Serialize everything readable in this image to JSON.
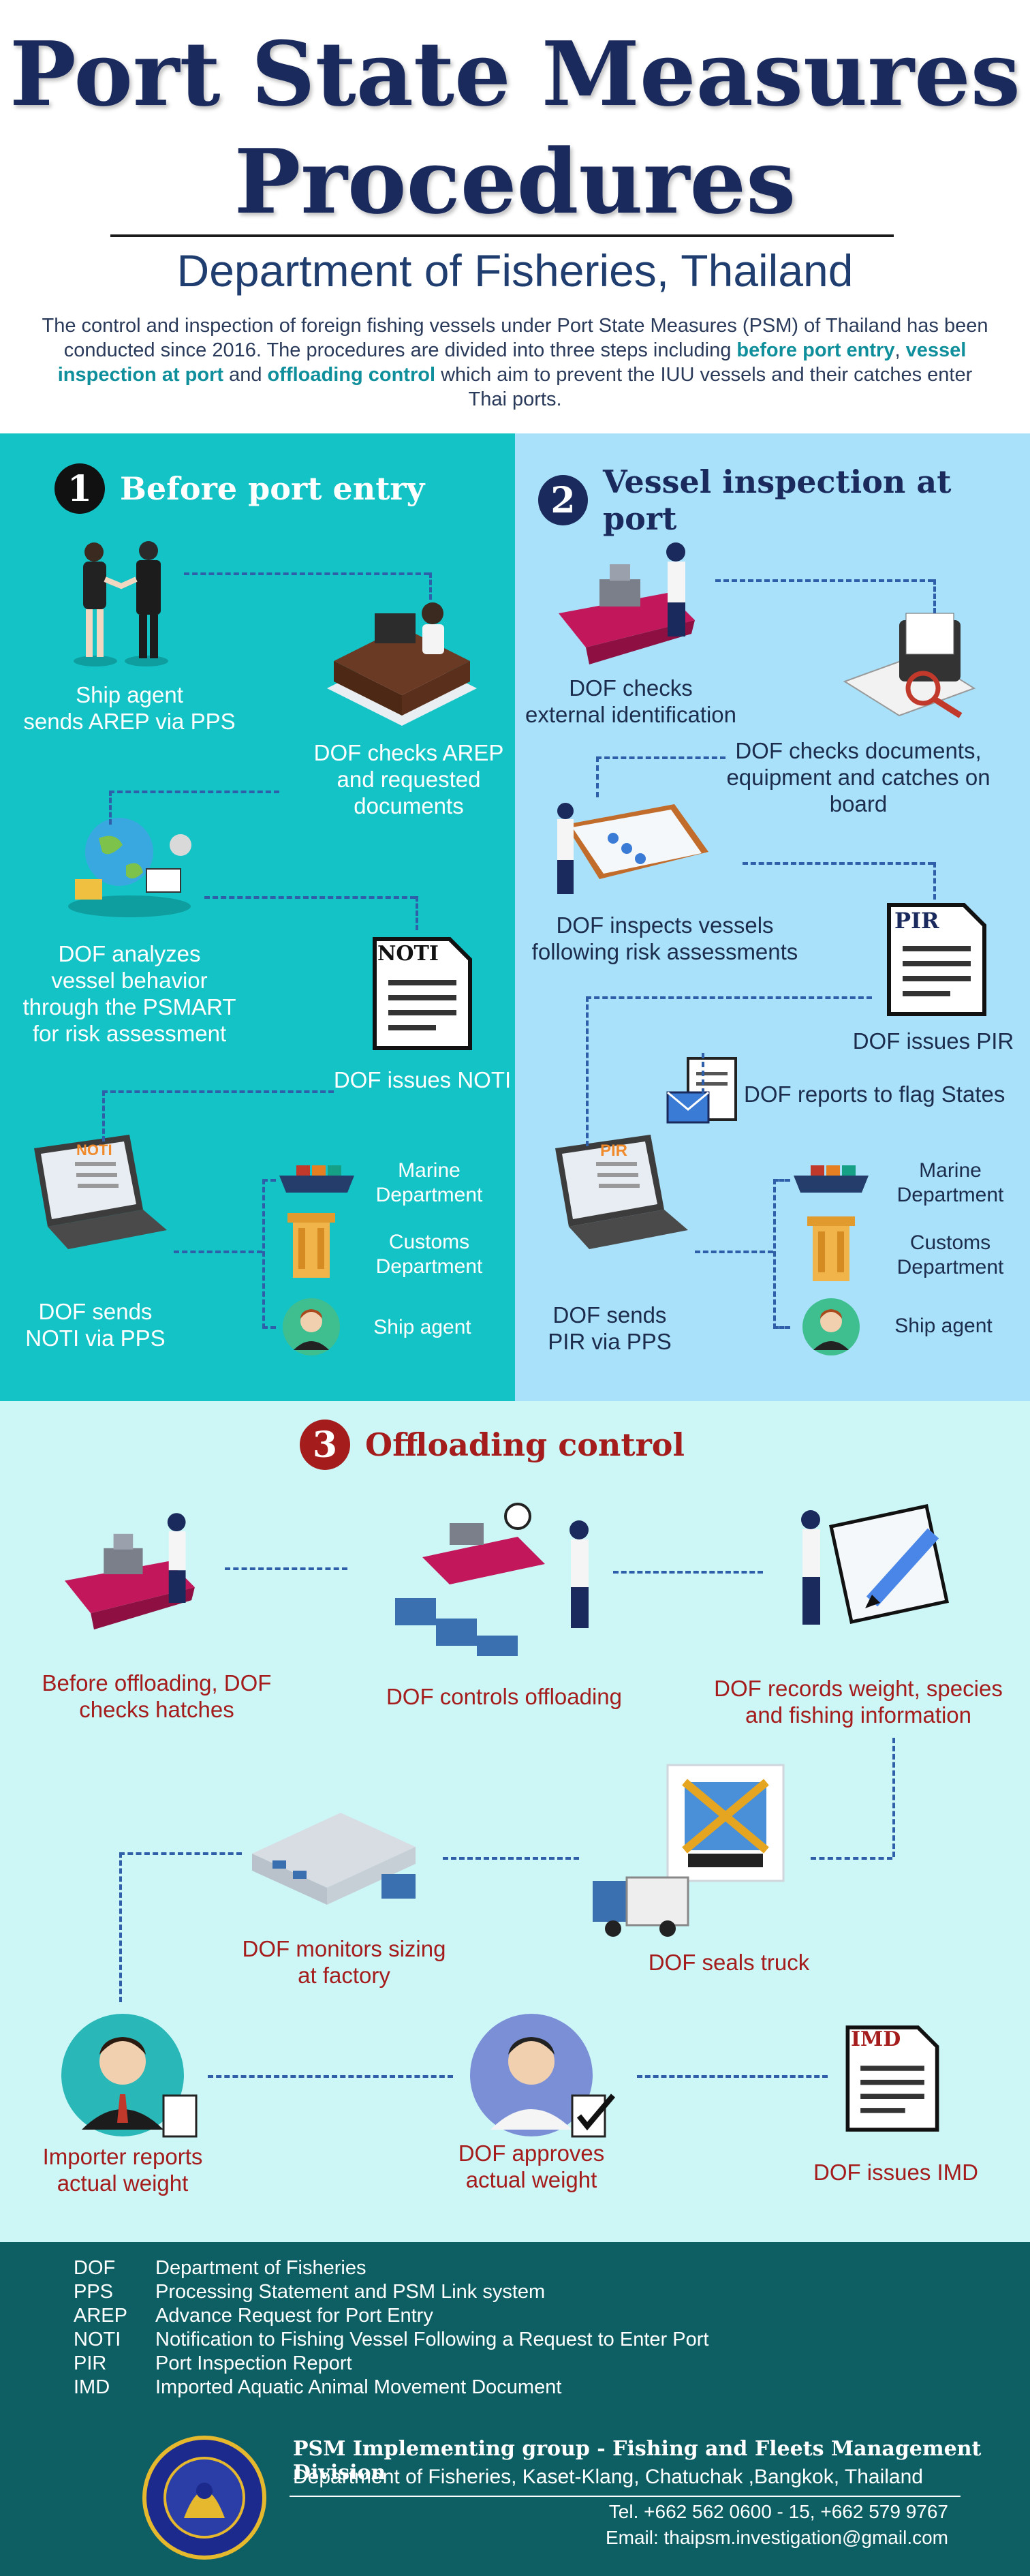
{
  "header": {
    "title_line1": "Port State Measures",
    "title_line2": "Procedures",
    "subtitle": "Department of Fisheries, Thailand",
    "intro_part1": "The control and inspection of foreign fishing vessels under Port State Measures (PSM) of Thailand has been conducted since 2016. The procedures are divided into three steps including ",
    "intro_hl1": "before port entry",
    "intro_sep1": ", ",
    "intro_hl2": "vessel inspection at port",
    "intro_sep2": " and ",
    "intro_hl3": "offloading control",
    "intro_part2": " which aim to prevent the IUU vessels and their catches enter  Thai ports."
  },
  "step1": {
    "number": "1",
    "title": "Before port entry",
    "ship_agent_arep": "Ship agent\nsends AREP via PPS",
    "dof_checks_arep": "DOF checks AREP\nand requested\ndocuments",
    "dof_analyzes": "DOF analyzes\nvessel behavior\nthrough the PSMART\nfor risk assessment",
    "noti_doc_label": "NOTI",
    "dof_issues_noti": "DOF issues NOTI",
    "laptop_noti_label": "NOTI",
    "dof_sends_noti": "DOF sends\nNOTI via PPS",
    "marine": "Marine\nDepartment",
    "customs": "Customs\nDepartment",
    "agent": "Ship agent"
  },
  "step2": {
    "number": "2",
    "title": "Vessel inspection at port",
    "external_id": "DOF checks\nexternal identification",
    "checks_docs": "DOF checks documents,\nequipment and catches on\nboard",
    "inspects": "DOF inspects vessels\nfollowing risk assessments",
    "pir_doc_label": "PIR",
    "issues_pir": "DOF issues PIR",
    "reports_flag": "DOF reports to flag States",
    "laptop_pir_label": "PIR",
    "sends_pir": "DOF sends\nPIR via PPS",
    "marine": "Marine\nDepartment",
    "customs": "Customs\nDepartment",
    "agent": "Ship agent"
  },
  "step3": {
    "number": "3",
    "title": "Offloading control",
    "checks_hatches": "Before offloading, DOF\nchecks hatches",
    "controls_offloading": "DOF controls offloading",
    "records_weight": "DOF records weight, species\nand fishing information",
    "seals_truck": "DOF seals truck",
    "monitors_sizing": "DOF monitors sizing\nat factory",
    "importer_reports": "Importer reports\nactual weight",
    "approves_weight": "DOF approves\nactual weight",
    "imd_doc_label": "IMD",
    "issues_imd": "DOF issues IMD"
  },
  "glossary": [
    {
      "abbr": "DOF",
      "full": "Department of Fisheries"
    },
    {
      "abbr": "PPS",
      "full": "Processing Statement and PSM Link system"
    },
    {
      "abbr": "AREP",
      "full": "Advance Request for Port Entry"
    },
    {
      "abbr": "NOTI",
      "full": "Notification to Fishing Vessel Following a Request to Enter Port"
    },
    {
      "abbr": "PIR",
      "full": "Port Inspection Report"
    },
    {
      "abbr": "IMD",
      "full": "Imported Aquatic Animal Movement Document"
    }
  ],
  "footer": {
    "org": "PSM Implementing group - Fishing and Fleets Management Division",
    "address": "Department of Fisheries, Kaset-Klang, Chatuchak ,Bangkok, Thailand",
    "tel": "Tel. +662 562 0600 - 15, +662 579 9767",
    "email": "Email: thaipsm.investigation@gmail.com"
  },
  "colors": {
    "title": "#1b2a5c",
    "step1_bg": "#14c3c6",
    "step2_bg": "#a9e1fa",
    "step3_bg": "#cdf7f7",
    "glossary_bg": "#0e5f63",
    "step3_text": "#a51c1c",
    "highlight": "#0f8f9c"
  },
  "icons": [
    "handshake-icon",
    "office-desk-icon",
    "globe-analytics-icon",
    "document-icon",
    "laptop-icon",
    "ship-icon",
    "building-icon",
    "person-avatar-icon",
    "clipboard-icon",
    "magnifier-document-icon",
    "envelope-icon",
    "trucks-icon",
    "pen-paper-icon",
    "sealed-truck-icon",
    "factory-icon",
    "importer-avatar-icon",
    "officer-avatar-icon"
  ]
}
